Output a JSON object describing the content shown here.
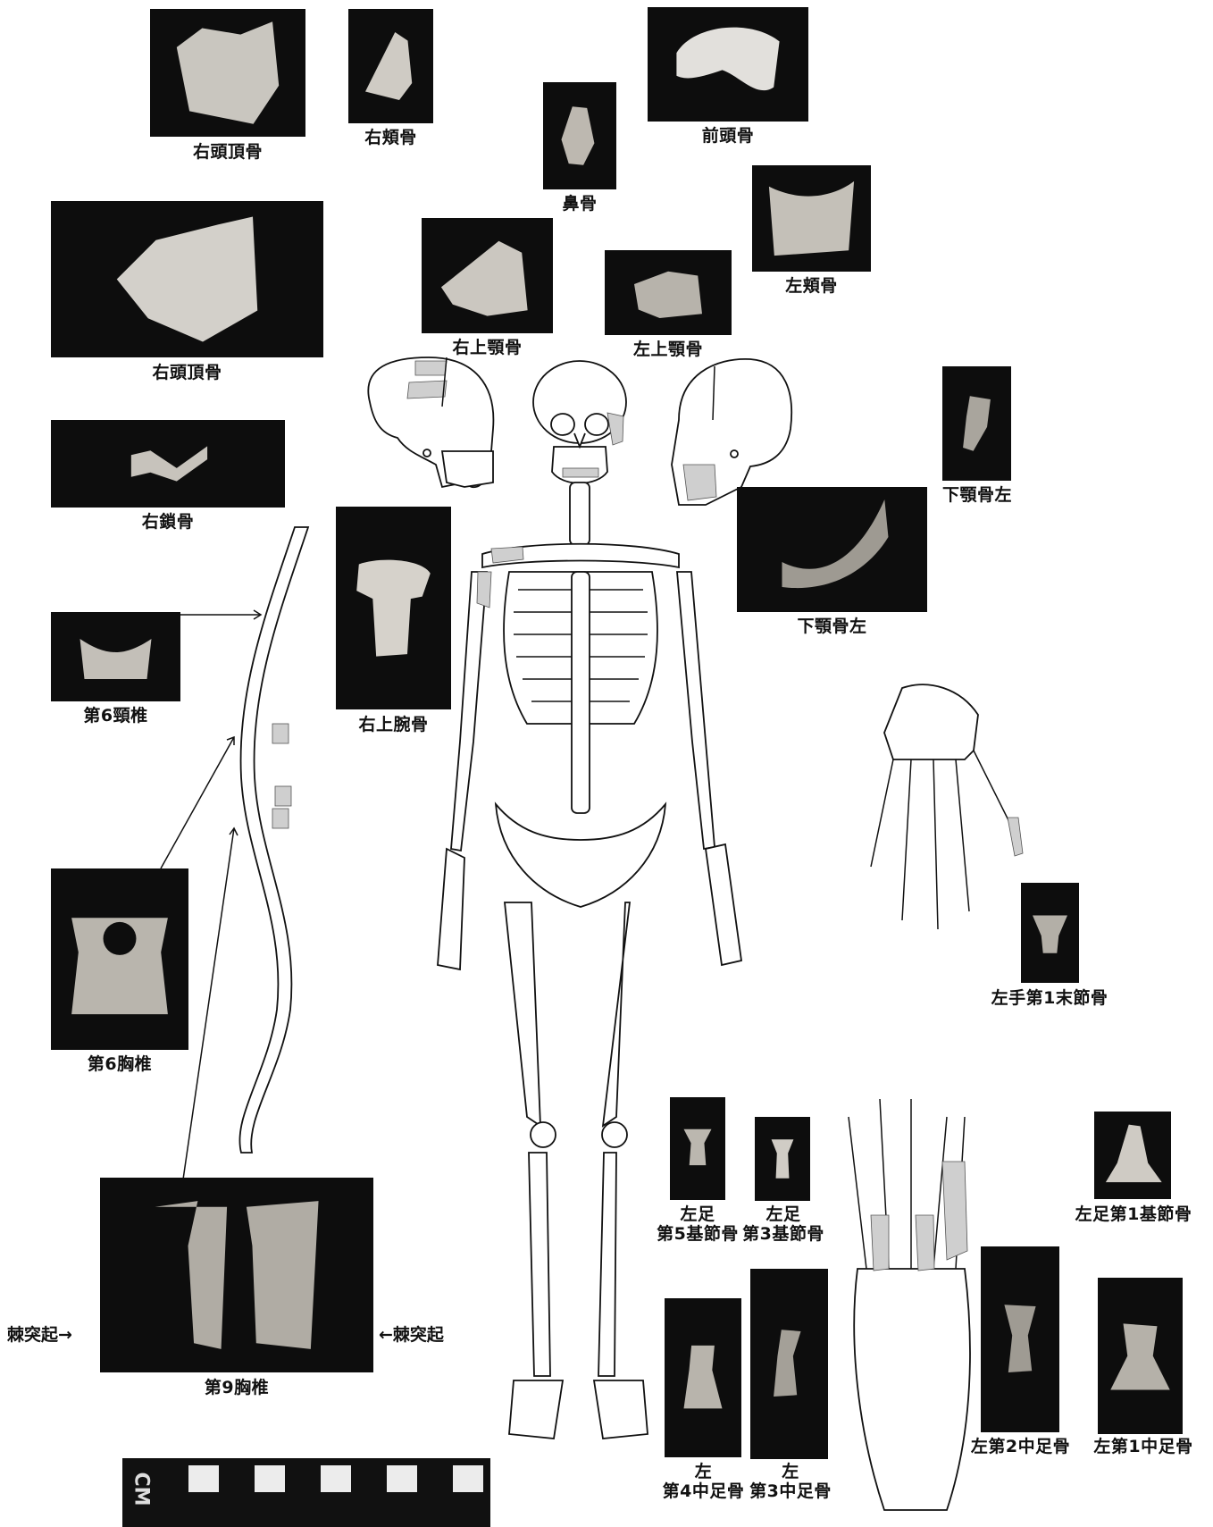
{
  "figure": {
    "skull_labels": {
      "parietal_small": "右頭頂骨",
      "zygomatic_r": "右頬骨",
      "nasal": "鼻骨",
      "frontal": "前頭骨",
      "parietal_large": "右頭頂骨",
      "maxilla_r": "右上顎骨",
      "maxilla_l": "左上顎骨",
      "zygomatic_l": "左頬骨",
      "mandible_small": "下顎骨左",
      "mandible_large": "下顎骨左"
    },
    "trunk_labels": {
      "clavicle_r": "右鎖骨",
      "humerus_r": "右上腕骨",
      "cervical_6": "第6頸椎",
      "thoracic_6": "第6胸椎",
      "thoracic_9": "第9胸椎",
      "spinous_left": "棘突起→",
      "spinous_right": "←棘突起"
    },
    "hand_labels": {
      "distal_phalanx": "左手第1末節骨"
    },
    "foot_labels": {
      "prox5_line1": "左足",
      "prox5_line2": "第5基節骨",
      "prox3_line1": "左足",
      "prox3_line2": "第3基節骨",
      "prox1": "左足第1基節骨",
      "meta4_line1": "左",
      "meta4_line2": "第4中足骨",
      "meta3_line1": "左",
      "meta3_line2": "第3中足骨",
      "meta2": "左第2中足骨",
      "meta1": "左第1中足骨"
    },
    "scale_bar": {
      "unit": "CM",
      "squares": 5
    }
  }
}
